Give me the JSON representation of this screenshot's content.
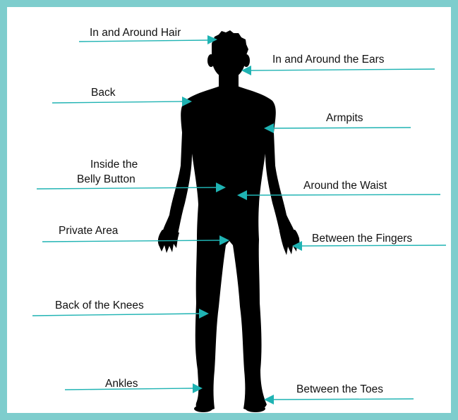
{
  "accent_color": "#1fb3b3",
  "frame_color": "#7ecdcd",
  "labels": {
    "hair": "In and Around Hair",
    "ears": "In and Around the Ears",
    "back": "Back",
    "armpits": "Armpits",
    "belly_line1": "Inside the",
    "belly_line2": "Belly Button",
    "waist": "Around the Waist",
    "private": "Private Area",
    "fingers": "Between the Fingers",
    "knees": "Back of the Knees",
    "ankles": "Ankles",
    "toes": "Between the Toes"
  }
}
